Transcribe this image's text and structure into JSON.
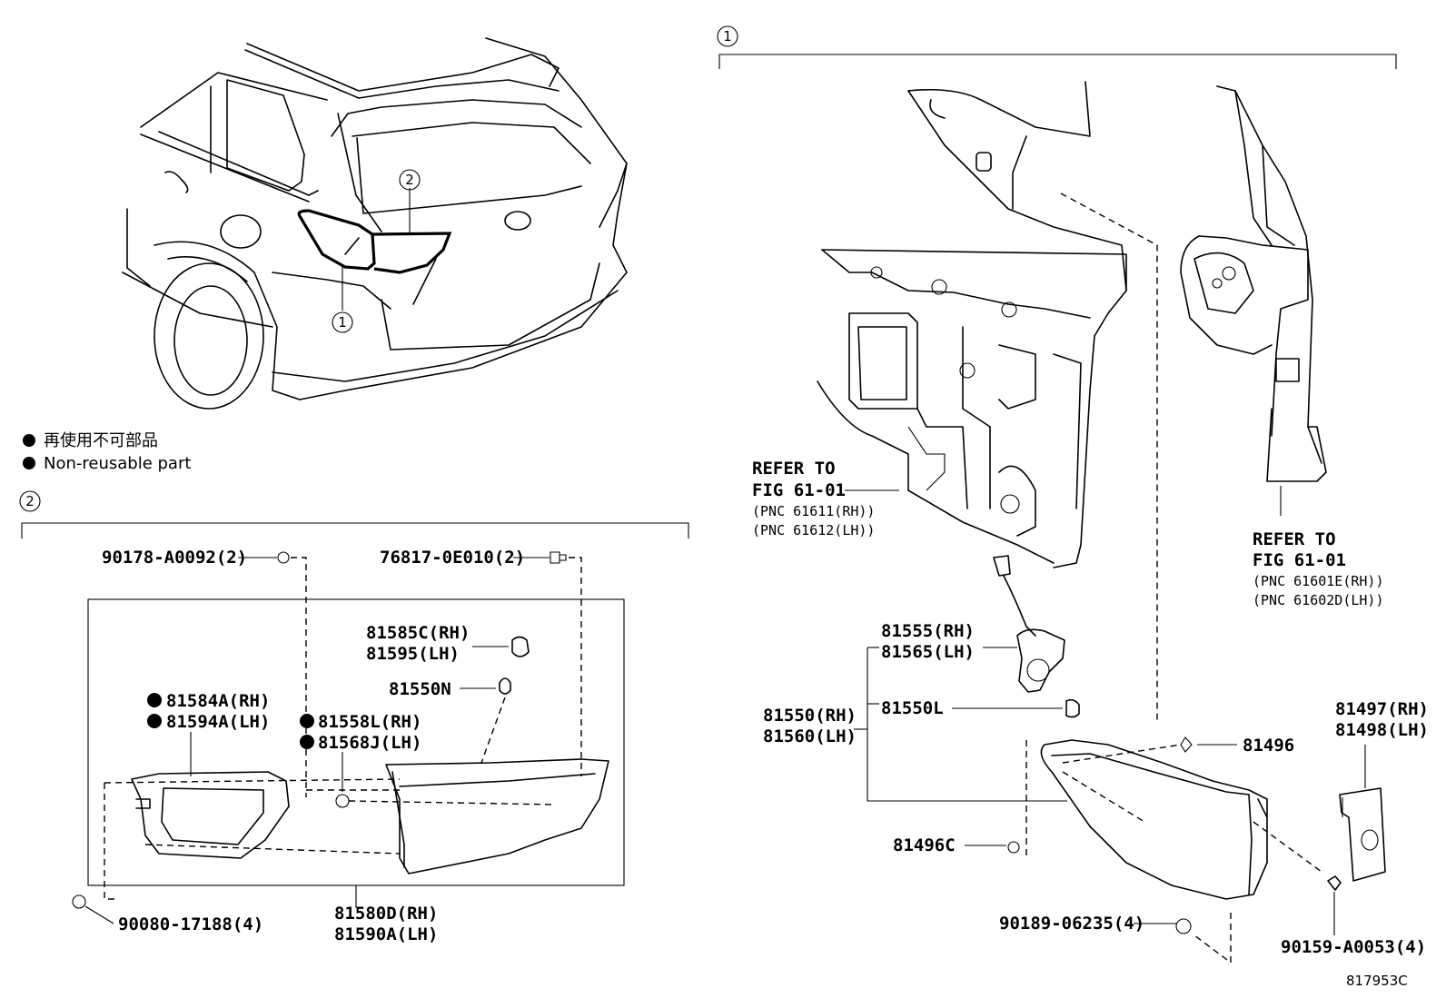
{
  "legend": {
    "jp": "再使用不可部品",
    "en": "Non-reusable part"
  },
  "callouts": {
    "one": "1",
    "two": "2"
  },
  "refer_left": {
    "l1": "REFER TO",
    "l2": "FIG 61-01",
    "l3": "(PNC 61611(RH))",
    "l4": "(PNC 61612(LH))"
  },
  "refer_right": {
    "l1": "REFER TO",
    "l2": "FIG 61-01",
    "l3": "(PNC 61601E(RH))",
    "l4": "(PNC 61602D(LH))"
  },
  "parts": {
    "p81555": "81555(RH)",
    "p81565": "81565(LH)",
    "p81550L": "81550L",
    "p81550": "81550(RH)",
    "p81560": "81560(LH)",
    "p81496": "81496",
    "p81496C": "81496C",
    "p81497": "81497(RH)",
    "p81498": "81498(LH)",
    "p90189": "90189-06235(4)",
    "p90159": "90159-A0053(4)",
    "p90178": "90178-A0092(2)",
    "p76817": "76817-0E010(2)",
    "p81585C": "81585C(RH)",
    "p81595": "81595(LH)",
    "p81550N": "81550N",
    "p81584A": "81584A(RH)",
    "p81594A": "81594A(LH)",
    "p81558L": "81558L(RH)",
    "p81568J": "81568J(LH)",
    "p81580D": "81580D(RH)",
    "p81590A": "81590A(LH)",
    "p90080": "90080-17188(4)"
  },
  "figure_code": "817953C"
}
